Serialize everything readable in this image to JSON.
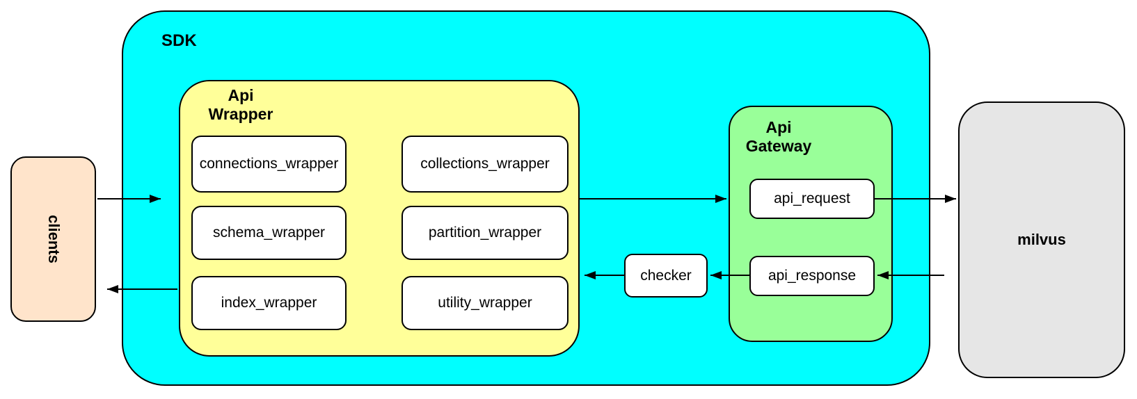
{
  "palette": {
    "sdk_fill": "#00ffff",
    "api_wrapper_fill": "#ffff99",
    "api_gateway_fill": "#99ff99",
    "clients_fill": "#ffe4cb",
    "milvus_fill": "#e6e6e6",
    "node_fill": "#ffffff",
    "stroke": "#000000"
  },
  "clients": {
    "label": "clients"
  },
  "sdk": {
    "label": "SDK"
  },
  "api_wrapper": {
    "label": "Api Wrapper",
    "modules": [
      {
        "label": "connections_wrapper"
      },
      {
        "label": "collections_wrapper"
      },
      {
        "label": "schema_wrapper"
      },
      {
        "label": "partition_wrapper"
      },
      {
        "label": "index_wrapper"
      },
      {
        "label": "utility_wrapper"
      }
    ]
  },
  "checker": {
    "label": "checker"
  },
  "api_gateway": {
    "label": "Api Gateway",
    "request": {
      "label": "api_request"
    },
    "response": {
      "label": "api_response"
    }
  },
  "milvus": {
    "label": "milvus"
  }
}
